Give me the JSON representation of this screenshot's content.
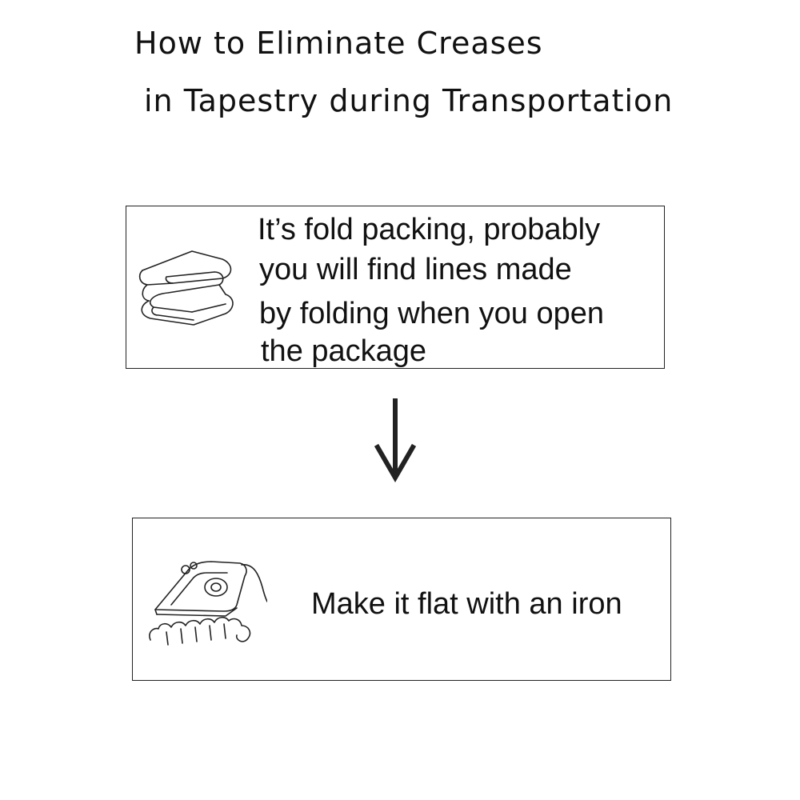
{
  "title": {
    "line1": "How to Eliminate Creases",
    "line2": "in Tapestry during Transportation"
  },
  "steps": [
    {
      "icon": "folded-cloth-icon",
      "lines": [
        "It’s fold packing, probably",
        "you will find lines made",
        "by folding when you open",
        "the package"
      ]
    },
    {
      "icon": "iron-icon",
      "text": "Make it flat with an iron"
    }
  ],
  "connector": {
    "icon": "down-arrow-icon"
  },
  "colors": {
    "stroke": "#222222",
    "text": "#111111",
    "background": "#ffffff"
  }
}
